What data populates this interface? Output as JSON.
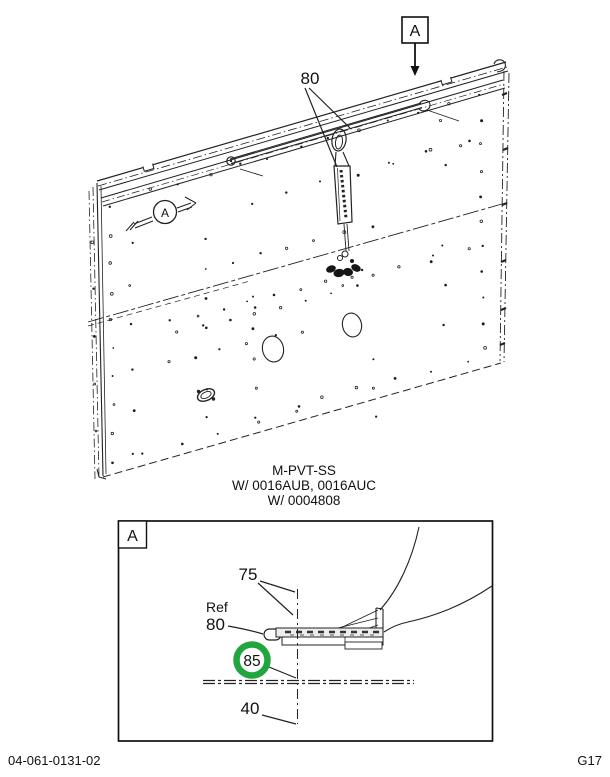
{
  "main_view": {
    "detail_marker_label": "A",
    "view_direction_label": "A",
    "callout_strap": "80",
    "caption": [
      "M-PVT-SS",
      "W/ 0016AUB, 0016AUC",
      "W/ 0004808"
    ]
  },
  "detail_view": {
    "marker_label": "A",
    "callout_75": "75",
    "ref_label": "Ref",
    "callout_80": "80",
    "callout_85": "85",
    "callout_40": "40",
    "highlight_color": "#21a63f"
  },
  "footer": {
    "left": "04-061-0131-02",
    "right": "G17"
  }
}
